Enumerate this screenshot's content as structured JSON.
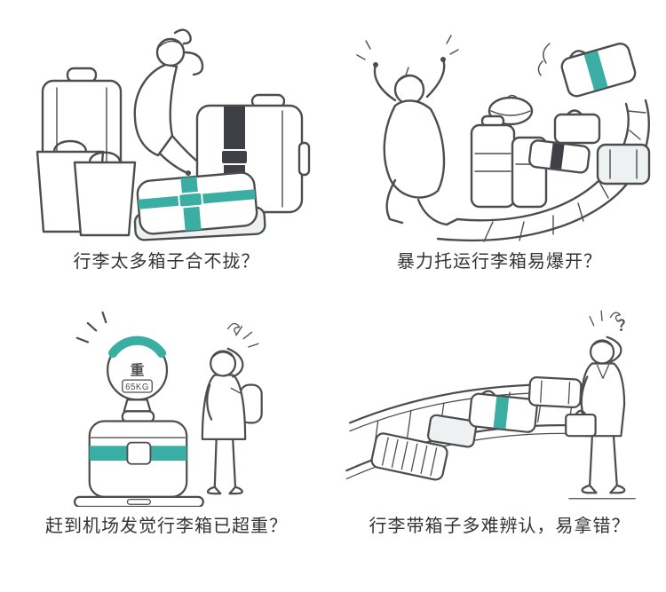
{
  "page": {
    "colors": {
      "accent": "#3BAEA3",
      "line": "#4D4D4D",
      "dark": "#3F4046",
      "shade": "#EDF1F1",
      "text": "#333333",
      "bg": "#FFFFFF"
    }
  },
  "panels": [
    {
      "id": "overpacked",
      "caption": "行李太多箱子合不拢？",
      "illustration": "person-struggling-to-close-overstuffed-suitcase"
    },
    {
      "id": "burst-open",
      "caption": "暴力托运行李箱易爆开？",
      "illustration": "luggage-bursting-open-on-conveyor"
    },
    {
      "id": "overweight",
      "caption": "赶到机场发觉行李箱已超重？",
      "scale_label": "重",
      "scale_reading": "65KG",
      "illustration": "suitcase-on-airport-scale-overweight"
    },
    {
      "id": "mixup",
      "caption": "行李带箱子多难辨认，易拿错？",
      "mark": "？",
      "illustration": "baggage-carousel-similar-suitcases"
    }
  ]
}
